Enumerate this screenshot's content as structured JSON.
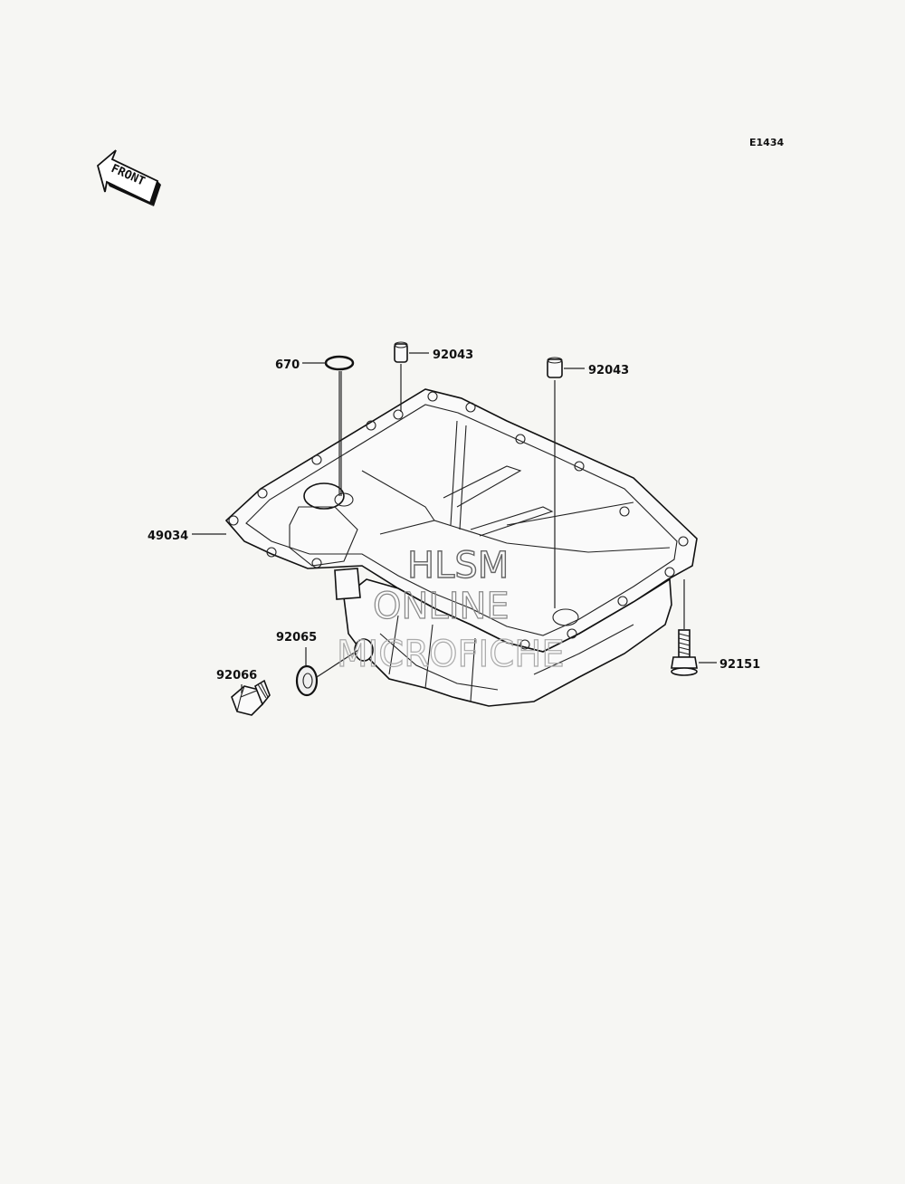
{
  "diagram_ref": "E1434",
  "front_marker": {
    "text": "FRONT",
    "icon": "front-arrow-icon"
  },
  "parts": {
    "gasket_670": "670",
    "dowel_left": "92043",
    "dowel_right": "92043",
    "oil_pan": "49034",
    "washer": "92065",
    "drain_plug": "92066",
    "bolt": "92151"
  },
  "watermark": {
    "line1": "HLSM",
    "line2": "ONLINE",
    "line3": "MICROFICHE"
  }
}
